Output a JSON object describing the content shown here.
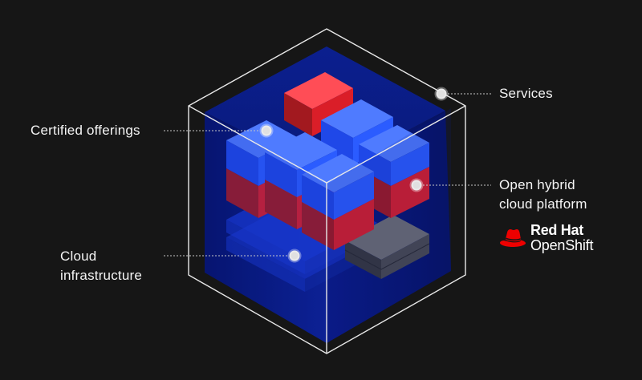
{
  "labels": {
    "services": "Services",
    "certified_offerings": "Certified offerings",
    "open_hybrid_line1": "Open hybrid",
    "open_hybrid_line2": "cloud platform",
    "cloud_infra_line1": "Cloud",
    "cloud_infra_line2": "infrastructure"
  },
  "brand": {
    "line1": "Red Hat",
    "line2": "OpenShift",
    "icon": "red-hat-fedora-icon"
  },
  "colors": {
    "background": "#161616",
    "outline": "#f4f4f4",
    "blue_face": "#2457ff",
    "red_face": "#da1e28",
    "gray_face": "#525252",
    "dark_blue": "#001a8c"
  }
}
